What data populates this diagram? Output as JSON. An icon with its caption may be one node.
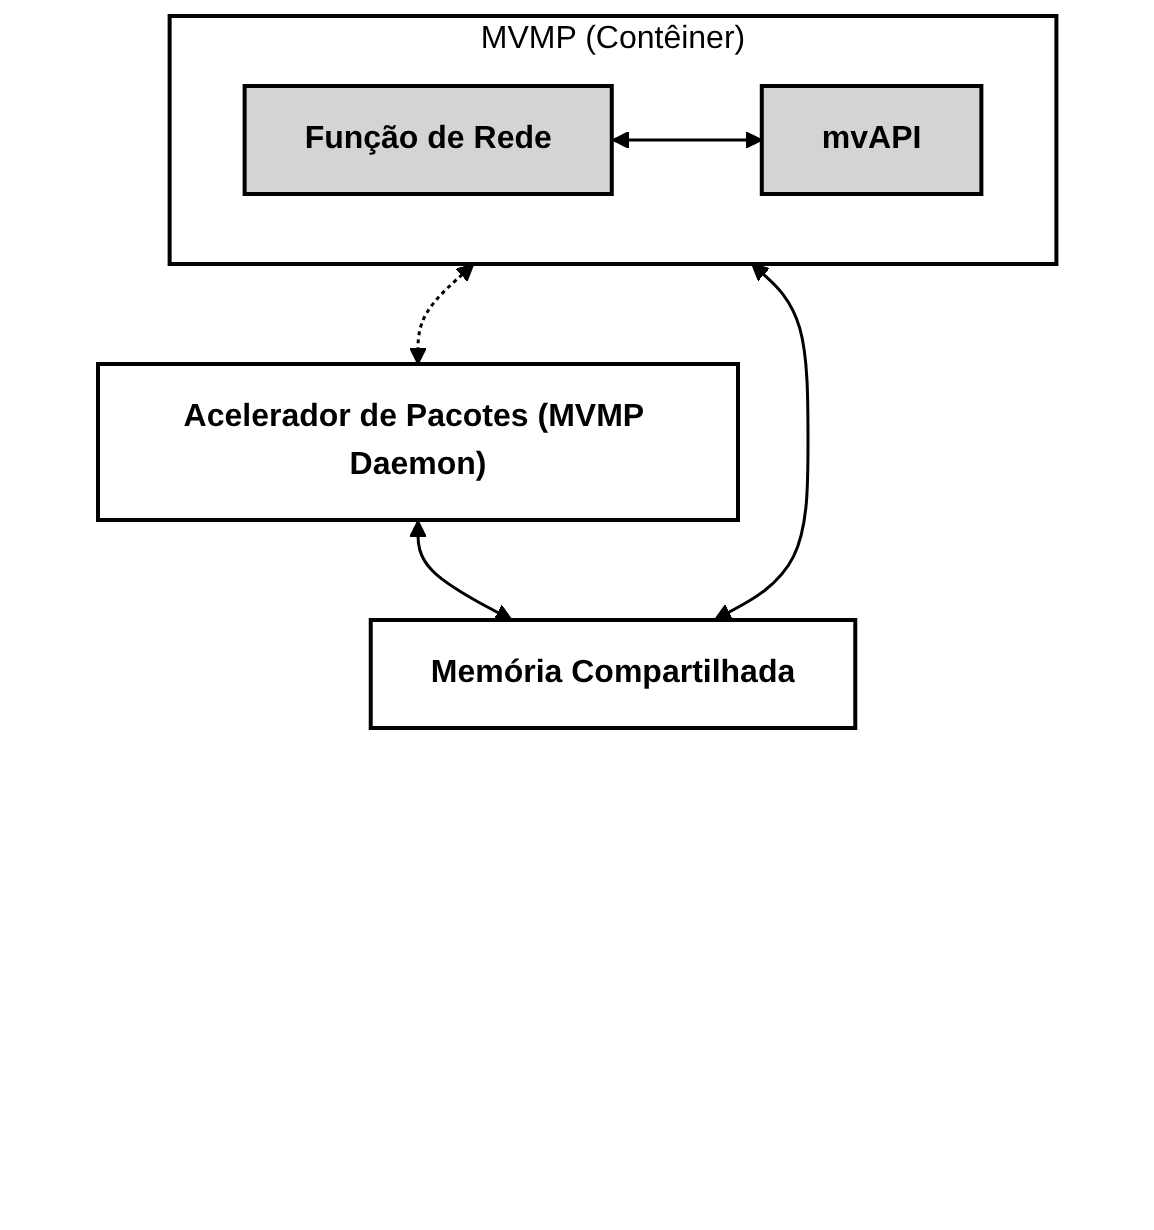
{
  "diagram": {
    "nodes": [
      {
        "text": [
          "Memória Compartilhada"
        ]
      },
      {
        "text": [
          "MVMP (Contêiner)"
        ]
      },
      {
        "text": [
          "Função de Rede"
        ],
        "in": 1
      },
      {
        "text": [
          "mvAPI"
        ],
        "in": 1
      },
      {
        "text": [
          "Acelerador de Pacotes (MVMP Daemon)"
        ]
      }
    ],
    "edges": [
      {
        "from": 0,
        "to": 1,
        "arrow": "both"
      },
      {
        "from": 2,
        "to": 3,
        "arrow": "both"
      },
      {
        "from": 1,
        "to": 4,
        "arrow": "both",
        "style": "dashed"
      },
      {
        "from": 4,
        "to": 0,
        "arrow": "both"
      }
    ]
  }
}
